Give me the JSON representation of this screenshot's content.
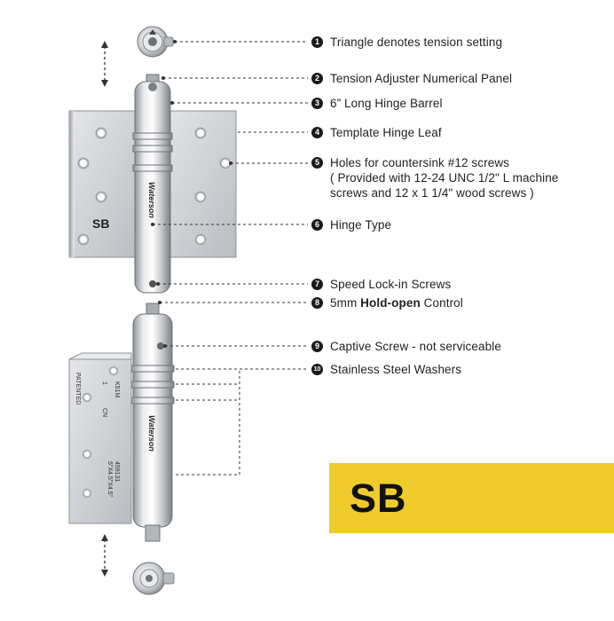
{
  "brand_text": "Waterson",
  "hinge_type_badge": "SB",
  "leaf_label": "SB",
  "leaf_stamps": [
    "K51M",
    "1",
    "CN",
    "PATENTED",
    "459131",
    "5\"X4.5\"X4.5\""
  ],
  "callouts": [
    {
      "number": "1",
      "text": "Triangle denotes tension setting"
    },
    {
      "number": "2",
      "text": "Tension Adjuster Numerical Panel"
    },
    {
      "number": "3",
      "text": "6” Long Hinge Barrel"
    },
    {
      "number": "4",
      "text": "Template Hinge Leaf"
    },
    {
      "number": "5",
      "text": "Holes for countersink #12 screws",
      "line2": "( Provided with 12-24 UNC 1/2\" L machine",
      "line3": "screws and 12 x 1 1/4\" wood screws )"
    },
    {
      "number": "6",
      "text": "Hinge Type"
    },
    {
      "number": "7",
      "text": "Speed Lock-in Screws"
    },
    {
      "number": "8",
      "text_before": "5mm ",
      "text_bold": "Hold-open",
      "text_after": " Control"
    },
    {
      "number": "9",
      "text": "Captive Screw - not serviceable"
    },
    {
      "number": "10",
      "text": "Stainless Steel Washers"
    }
  ],
  "colors": {
    "badge": "#efcb2c",
    "steel": "#c9ccd0",
    "leader": "#333333",
    "bullet": "#1a1a1a"
  }
}
